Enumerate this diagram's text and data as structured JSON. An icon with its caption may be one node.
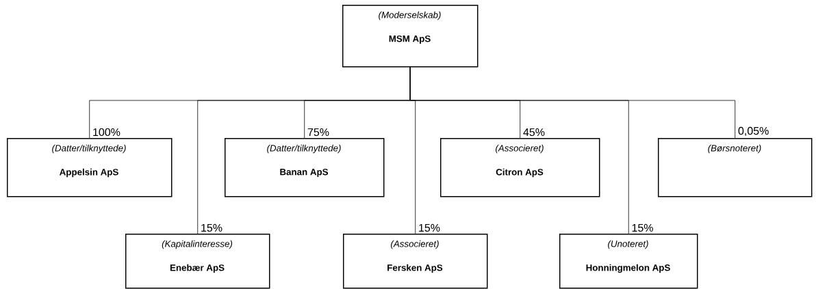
{
  "diagram": {
    "nodes": [
      {
        "text": [
          "(Moderselskab)",
          "MSM ApS"
        ]
      },
      {
        "text": [
          "(Datter/tilknyttede)",
          "Appelsin ApS"
        ]
      },
      {
        "text": [
          "(Kapitalinteresse)",
          "Enebær ApS"
        ]
      },
      {
        "text": [
          "(Datter/tilknyttede)",
          "Banan ApS"
        ]
      },
      {
        "text": [
          "(Associeret)",
          "Fersken ApS"
        ]
      },
      {
        "text": [
          "(Associeret)",
          "Citron ApS"
        ]
      },
      {
        "text": [
          "(Unoteret)",
          "Honningmelon ApS"
        ]
      },
      {
        "text": [
          "(Børsnoteret)"
        ]
      }
    ],
    "edges": [
      {
        "from": 0,
        "to": 1,
        "arrow": "none",
        "label": "100%"
      },
      {
        "from": 0,
        "to": 2,
        "arrow": "none",
        "label": "15%"
      },
      {
        "from": 0,
        "to": 3,
        "arrow": "none",
        "label": "75%"
      },
      {
        "from": 0,
        "to": 4,
        "arrow": "none",
        "label": "15%"
      },
      {
        "from": 0,
        "to": 5,
        "arrow": "none",
        "label": "45%"
      },
      {
        "from": 0,
        "to": 6,
        "arrow": "none",
        "label": "15%"
      },
      {
        "from": 0,
        "to": 7,
        "arrow": "none",
        "label": "0,05%"
      }
    ]
  }
}
